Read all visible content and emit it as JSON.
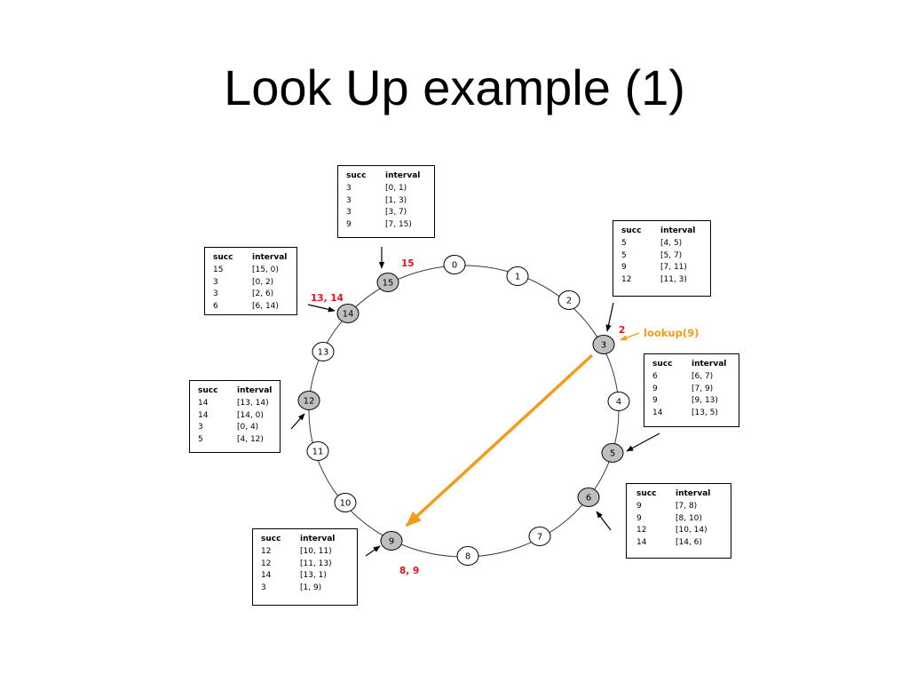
{
  "title": "Look Up example (1)",
  "colors": {
    "node_active": "#bfbfbf",
    "node_idle": "#ffffff",
    "key_label": "#e8121b",
    "lookup": "#f39c1a"
  },
  "ring": {
    "nodes": [
      {
        "label": "0",
        "active": false
      },
      {
        "label": "1",
        "active": false
      },
      {
        "label": "2",
        "active": false
      },
      {
        "label": "3",
        "active": true
      },
      {
        "label": "4",
        "active": false
      },
      {
        "label": "5",
        "active": true
      },
      {
        "label": "6",
        "active": true
      },
      {
        "label": "7",
        "active": false
      },
      {
        "label": "8",
        "active": false
      },
      {
        "label": "9",
        "active": true
      },
      {
        "label": "10",
        "active": false
      },
      {
        "label": "11",
        "active": false
      },
      {
        "label": "12",
        "active": true
      },
      {
        "label": "13",
        "active": false
      },
      {
        "label": "14",
        "active": true
      },
      {
        "label": "15",
        "active": true
      }
    ]
  },
  "key_labels": {
    "node_15": "15",
    "node_14": "13, 14",
    "node_3": "2",
    "node_9": "8, 9"
  },
  "lookup": {
    "label": "lookup(9)"
  },
  "finger_tables": {
    "node_15": {
      "header": {
        "succ": "succ",
        "interval": "interval"
      },
      "rows": [
        {
          "succ": "3",
          "interval": "[0, 1)"
        },
        {
          "succ": "3",
          "interval": "[1, 3)"
        },
        {
          "succ": "3",
          "interval": "[3, 7)"
        },
        {
          "succ": "9",
          "interval": "[7, 15)"
        }
      ]
    },
    "node_14": {
      "header": {
        "succ": "succ",
        "interval": "interval"
      },
      "rows": [
        {
          "succ": "15",
          "interval": "[15, 0)"
        },
        {
          "succ": "3",
          "interval": "[0, 2)"
        },
        {
          "succ": "3",
          "interval": "[2, 6)"
        },
        {
          "succ": "6",
          "interval": "[6, 14)"
        }
      ]
    },
    "node_3": {
      "header": {
        "succ": "succ",
        "interval": "interval"
      },
      "rows": [
        {
          "succ": "5",
          "interval": "[4, 5)"
        },
        {
          "succ": "5",
          "interval": "[5, 7)"
        },
        {
          "succ": "9",
          "interval": "[7, 11)"
        },
        {
          "succ": "12",
          "interval": "[11, 3)"
        }
      ]
    },
    "node_5": {
      "header": {
        "succ": "succ",
        "interval": "interval"
      },
      "rows": [
        {
          "succ": "6",
          "interval": "[6, 7)"
        },
        {
          "succ": "9",
          "interval": "[7, 9)"
        },
        {
          "succ": "9",
          "interval": "[9, 13)"
        },
        {
          "succ": "14",
          "interval": "[13, 5)"
        }
      ]
    },
    "node_6": {
      "header": {
        "succ": "succ",
        "interval": "interval"
      },
      "rows": [
        {
          "succ": "9",
          "interval": "[7, 8)"
        },
        {
          "succ": "9",
          "interval": "[8, 10)"
        },
        {
          "succ": "12",
          "interval": "[10, 14)"
        },
        {
          "succ": "14",
          "interval": "[14, 6)"
        }
      ]
    },
    "node_12": {
      "header": {
        "succ": "succ",
        "interval": "interval"
      },
      "rows": [
        {
          "succ": "14",
          "interval": "[13, 14)"
        },
        {
          "succ": "14",
          "interval": "[14, 0)"
        },
        {
          "succ": "3",
          "interval": "[0, 4)"
        },
        {
          "succ": "5",
          "interval": "[4, 12)"
        }
      ]
    },
    "node_9": {
      "header": {
        "succ": "succ",
        "interval": "interval"
      },
      "rows": [
        {
          "succ": "12",
          "interval": "[10, 11)"
        },
        {
          "succ": "12",
          "interval": "[11, 13)"
        },
        {
          "succ": "14",
          "interval": "[13, 1)"
        },
        {
          "succ": "3",
          "interval": "[1, 9)"
        }
      ]
    }
  }
}
